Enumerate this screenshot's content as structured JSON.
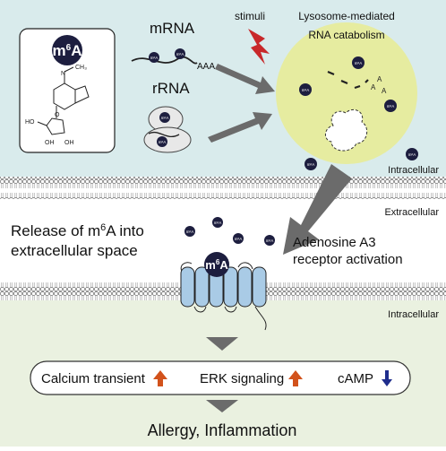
{
  "top": {
    "mrna_label": "mRNA",
    "rrna_label": "rRNA",
    "aaa_label": "AAA",
    "stimuli_label": "stimuli",
    "lysosome_label_1": "Lysosome-mediated",
    "lysosome_label_2": "RNA catabolism",
    "intracellular_label": "Intracellular"
  },
  "m6a": {
    "base": "m",
    "sup": "6",
    "tail": "A",
    "small": "m⁶A",
    "ch3": "CH₃",
    "n": "N",
    "ho": "HO",
    "o": "O",
    "oh": "OH"
  },
  "middle": {
    "extracellular_label": "Extracellular",
    "release_line1_prefix": "Release of m",
    "release_line1_sup": "6",
    "release_line1_suffix": "A into",
    "release_line2": "extracellular space",
    "adenosine_line1": "Adenosine A3",
    "adenosine_line2": "receptor activation",
    "intracellular_label": "Intracellular"
  },
  "bottom": {
    "calcium_label": "Calcium transient",
    "erk_label": "ERK signaling",
    "camp_label": "cAMP",
    "outcome": "Allergy, Inflammation"
  },
  "colors": {
    "top_bg": "#d9ebec",
    "bottom_bg": "#eaf1e0",
    "lysosome": "#e6eca0",
    "dot": "#1d1e3f",
    "receptor": "#a9cbe6",
    "arrow_grey": "#6b6b6b",
    "up_arrow": "#d2521b",
    "down_arrow": "#1f2d8c"
  }
}
